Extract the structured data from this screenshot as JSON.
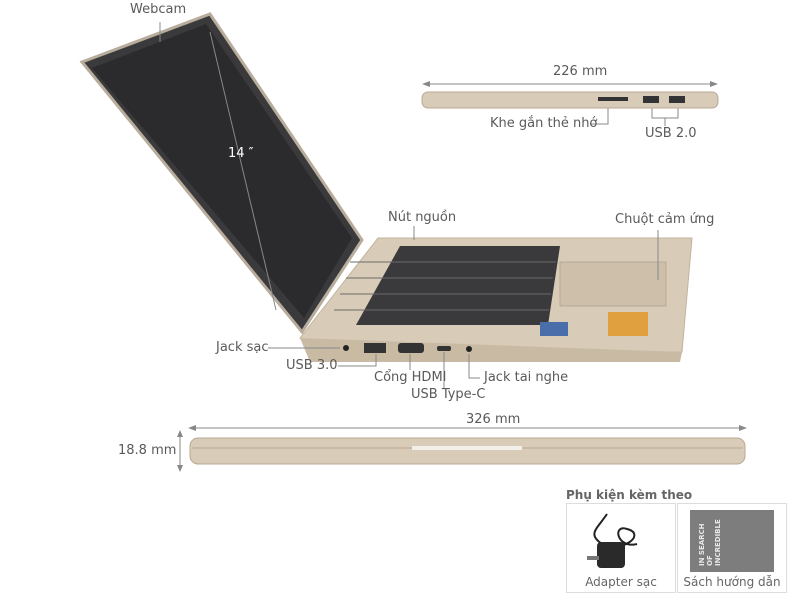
{
  "labels": {
    "webcam": "Webcam",
    "screen_size": "14 ″",
    "width": "226 mm",
    "card_slot": "Khe gắn thẻ nhớ",
    "usb2": "USB 2.0",
    "power_button": "Nút nguồn",
    "touchpad": "Chuột cảm ứng",
    "charging_jack": "Jack sạc",
    "usb3": "USB 3.0",
    "hdmi": "Cổng HDMI",
    "usb_c": "USB Type-C",
    "headphone_jack": "Jack tai nghe",
    "length": "326 mm",
    "thickness": "18.8 mm"
  },
  "accessories": {
    "title": "Phụ kiện kèm theo",
    "items": [
      {
        "label": "Adapter sạc",
        "icon": "power-adapter"
      },
      {
        "label": "Sách hướng dẫn",
        "icon": "manual-book",
        "cover_text": "IN SEARCH OF INCREDIBLE"
      }
    ]
  },
  "colors": {
    "chassis": "#d8cbb8",
    "screen": "#2b2b2e",
    "keys": "#2e2e30",
    "line": "#888888"
  }
}
